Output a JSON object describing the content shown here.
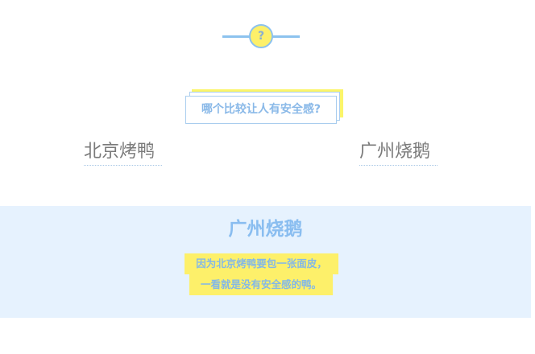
{
  "header": {
    "icon": "question-mark-icon",
    "icon_glyph": "?",
    "colors": {
      "line": "#8cc2ee",
      "circle_fill": "#fdf06a",
      "circle_border": "#8cc2ee"
    }
  },
  "question": {
    "text": "哪个比较让人有安全感?",
    "colors": {
      "text": "#8ab9e8",
      "border": "#a9cdee",
      "shadow_block": "#fbf56a"
    }
  },
  "options": [
    {
      "label": "北京烤鸭"
    },
    {
      "label": "广州烧鹅"
    }
  ],
  "answer": {
    "title": "广州烧鹅",
    "explanation_lines": [
      "因为北京烤鸭要包一张面皮，",
      "一看就是没有安全感的鸭。"
    ],
    "colors": {
      "background": "#e6f2fe",
      "title": "#89bdf0",
      "highlight": "#fdf06a",
      "text": "#84b8e6"
    }
  }
}
